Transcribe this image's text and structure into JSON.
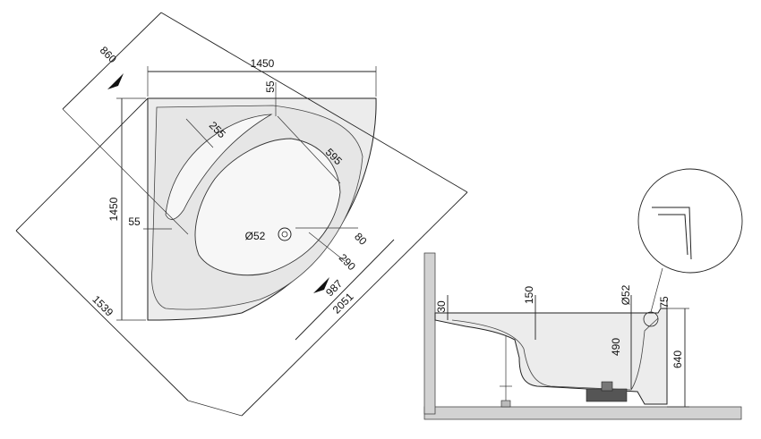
{
  "plan": {
    "width": "1450",
    "depth": "1450",
    "top_gap": "55",
    "side_gap": "55",
    "corner_diagonal": "860",
    "wall_side": "1539",
    "diagonal_length": "2051",
    "armrest_radius": "255",
    "basin_length": "595",
    "drain_diameter": "Ø52",
    "drain_offset_80": "80",
    "drain_offset_290": "290",
    "basin_depth_987": "987"
  },
  "section": {
    "rim_height": "30",
    "inner_depth": "150",
    "drain_size": "Ø52",
    "overflow_height": "75",
    "water_depth": "490",
    "total_height": "640"
  },
  "colors": {
    "tub_fill": "#ececec",
    "basin_fill": "#f7f7f7",
    "floor_fill": "#d2d2d2",
    "line": "#222222"
  }
}
